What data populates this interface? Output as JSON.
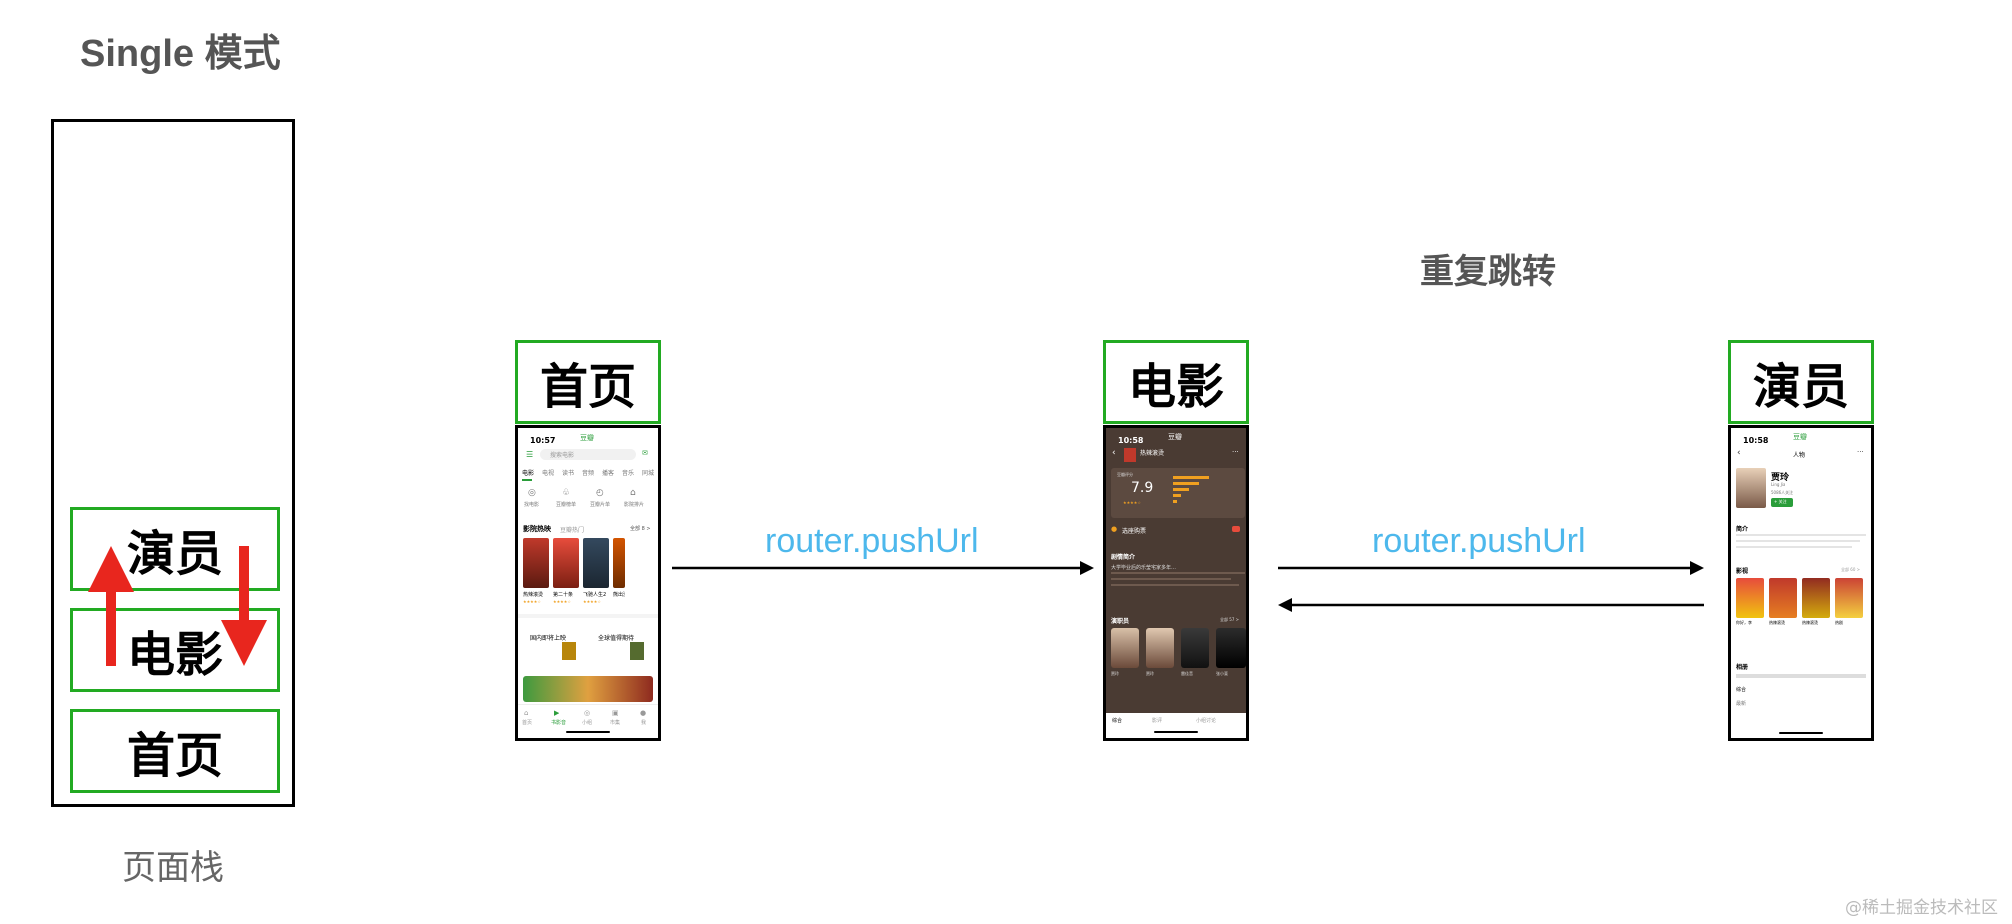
{
  "title": "Single 模式",
  "stack": {
    "caption": "页面栈",
    "items": [
      "演员",
      "电影",
      "首页"
    ]
  },
  "pages": {
    "home": "首页",
    "movie": "电影",
    "actor": "演员"
  },
  "arrows": {
    "push1": "router.pushUrl",
    "push2": "router.pushUrl"
  },
  "repeat_label": "重复跳转",
  "watermark": "@稀土掘金技术社区",
  "colors": {
    "green": "#22aa22",
    "red": "#e8261e",
    "link": "#4db8ec"
  },
  "home_screen": {
    "time": "10:57",
    "app": "豆瓣",
    "search_placeholder": "搜索电影",
    "tabs": [
      "电影",
      "电视",
      "读书",
      "音频",
      "播客",
      "音乐",
      "同城"
    ],
    "icons": [
      "找电影",
      "豆瓣榜单",
      "豆瓣片单",
      "影院排片"
    ],
    "section": "影院热映",
    "section_sub": "豆瓣热门",
    "more": "全部 8 >",
    "movies": [
      "热辣滚烫",
      "第二十条",
      "飞驰人生2",
      "熊出没"
    ],
    "upcoming": "国内即将上映",
    "expected": "全球值得期待",
    "bottom_tabs": [
      "首页",
      "书影音",
      "小组",
      "市集",
      "我"
    ]
  },
  "movie_screen": {
    "time": "10:58",
    "app": "豆瓣",
    "name": "热辣滚烫",
    "rating": "7.9",
    "rating_label": "豆瓣评分",
    "buy": "选座购票",
    "intro_title": "剧情简介",
    "intro": "大学毕业后的乐莹宅家多年…",
    "cast_title": "演职员",
    "cast_more": "全部 57 >",
    "cast": [
      "贾玲",
      "贾玲",
      "雷佳音",
      "张小斐"
    ],
    "tabs": [
      "综合",
      "影评",
      "小组讨论"
    ]
  },
  "actor_screen": {
    "time": "10:58",
    "app": "豆瓣",
    "header": "人物",
    "name": "贾玲",
    "name_en": "Ling Jia",
    "followers": "5086人关注",
    "follow_btn": "+ 关注",
    "intro_title": "简介",
    "works_title": "影视",
    "works_more": "全部 60 >",
    "works": [
      "你好，李",
      "热辣滚烫",
      "热辣滚烫",
      "热剧"
    ],
    "photos_title": "相册",
    "tabs": [
      "综合",
      "最新"
    ]
  }
}
